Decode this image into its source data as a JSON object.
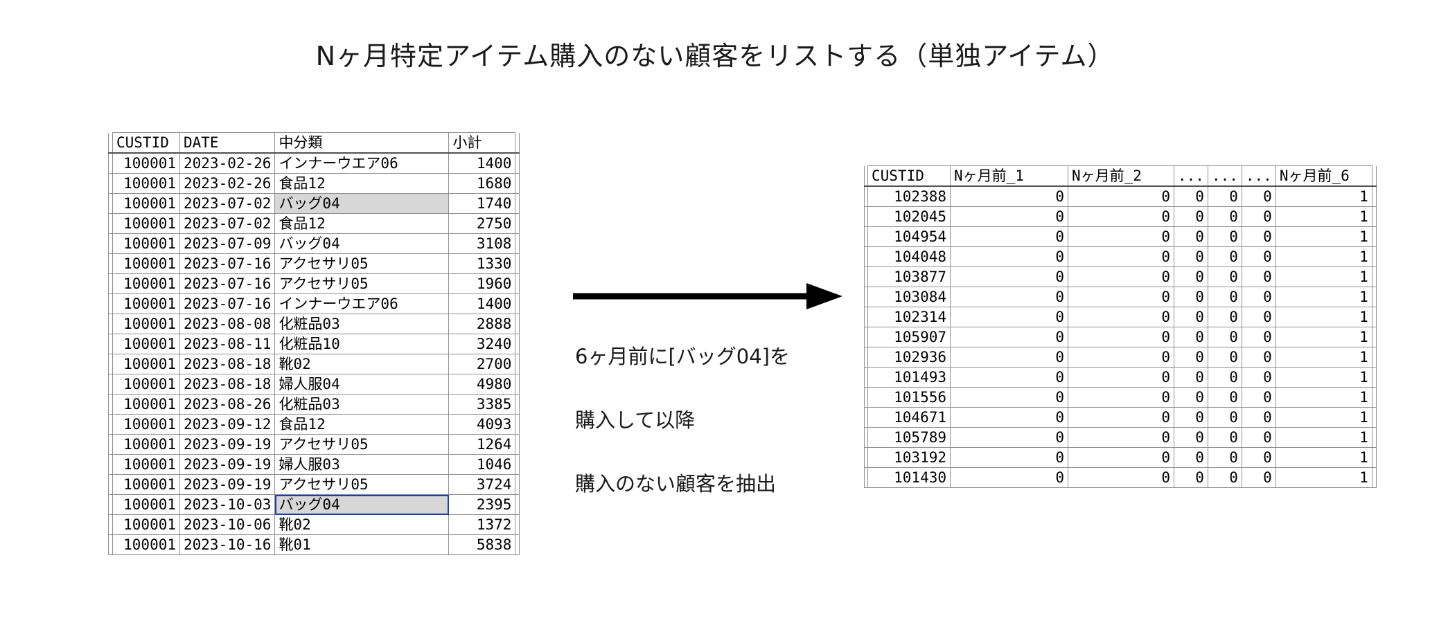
{
  "title": "Nヶ月特定アイテム購入のない顧客をリストする（単独アイテム）",
  "annotation": {
    "line1": "6ヶ月前に[バッグ04]を",
    "line2": "購入して以降",
    "line3": "購入のない顧客を抽出"
  },
  "colors": {
    "arrow": "#000000",
    "table_border": "#8f8f8f",
    "table_border_dark": "#4f4f4f",
    "highlight_bg": "#d7d7d7",
    "selection_border": "#1f3caa"
  },
  "left_table": {
    "headers": [
      "CUSTID",
      "DATE",
      "中分類",
      "小計"
    ],
    "rows": [
      [
        "100001",
        "2023-02-26",
        "インナーウエア06",
        "1400"
      ],
      [
        "100001",
        "2023-02-26",
        "食品12",
        "1680"
      ],
      [
        "100001",
        "2023-07-02",
        "バッグ04",
        "1740"
      ],
      [
        "100001",
        "2023-07-02",
        "食品12",
        "2750"
      ],
      [
        "100001",
        "2023-07-09",
        "バッグ04",
        "3108"
      ],
      [
        "100001",
        "2023-07-16",
        "アクセサリ05",
        "1330"
      ],
      [
        "100001",
        "2023-07-16",
        "アクセサリ05",
        "1960"
      ],
      [
        "100001",
        "2023-07-16",
        "インナーウエア06",
        "1400"
      ],
      [
        "100001",
        "2023-08-08",
        "化粧品03",
        "2888"
      ],
      [
        "100001",
        "2023-08-11",
        "化粧品10",
        "3240"
      ],
      [
        "100001",
        "2023-08-18",
        "靴02",
        "2700"
      ],
      [
        "100001",
        "2023-08-18",
        "婦人服04",
        "4980"
      ],
      [
        "100001",
        "2023-08-26",
        "化粧品03",
        "3385"
      ],
      [
        "100001",
        "2023-09-12",
        "食品12",
        "4093"
      ],
      [
        "100001",
        "2023-09-19",
        "アクセサリ05",
        "1264"
      ],
      [
        "100001",
        "2023-09-19",
        "婦人服03",
        "1046"
      ],
      [
        "100001",
        "2023-09-19",
        "アクセサリ05",
        "3724"
      ],
      [
        "100001",
        "2023-10-03",
        "バッグ04",
        "2395"
      ],
      [
        "100001",
        "2023-10-06",
        "靴02",
        "1372"
      ],
      [
        "100001",
        "2023-10-16",
        "靴01",
        "5838"
      ]
    ],
    "highlight_cells": [
      {
        "row": 2,
        "col": 2,
        "kind": "fill"
      },
      {
        "row": 17,
        "col": 2,
        "kind": "selected"
      }
    ]
  },
  "right_table": {
    "headers": [
      "CUSTID",
      "Nヶ月前_1",
      "Nヶ月前_2",
      "...",
      "...",
      "...",
      "Nヶ月前_6"
    ],
    "rows": [
      [
        "102388",
        "0",
        "0",
        "0",
        "0",
        "0",
        "1"
      ],
      [
        "102045",
        "0",
        "0",
        "0",
        "0",
        "0",
        "1"
      ],
      [
        "104954",
        "0",
        "0",
        "0",
        "0",
        "0",
        "1"
      ],
      [
        "104048",
        "0",
        "0",
        "0",
        "0",
        "0",
        "1"
      ],
      [
        "103877",
        "0",
        "0",
        "0",
        "0",
        "0",
        "1"
      ],
      [
        "103084",
        "0",
        "0",
        "0",
        "0",
        "0",
        "1"
      ],
      [
        "102314",
        "0",
        "0",
        "0",
        "0",
        "0",
        "1"
      ],
      [
        "105907",
        "0",
        "0",
        "0",
        "0",
        "0",
        "1"
      ],
      [
        "102936",
        "0",
        "0",
        "0",
        "0",
        "0",
        "1"
      ],
      [
        "101493",
        "0",
        "0",
        "0",
        "0",
        "0",
        "1"
      ],
      [
        "101556",
        "0",
        "0",
        "0",
        "0",
        "0",
        "1"
      ],
      [
        "104671",
        "0",
        "0",
        "0",
        "0",
        "0",
        "1"
      ],
      [
        "105789",
        "0",
        "0",
        "0",
        "0",
        "0",
        "1"
      ],
      [
        "103192",
        "0",
        "0",
        "0",
        "0",
        "0",
        "1"
      ],
      [
        "101430",
        "0",
        "0",
        "0",
        "0",
        "0",
        "1"
      ]
    ]
  }
}
